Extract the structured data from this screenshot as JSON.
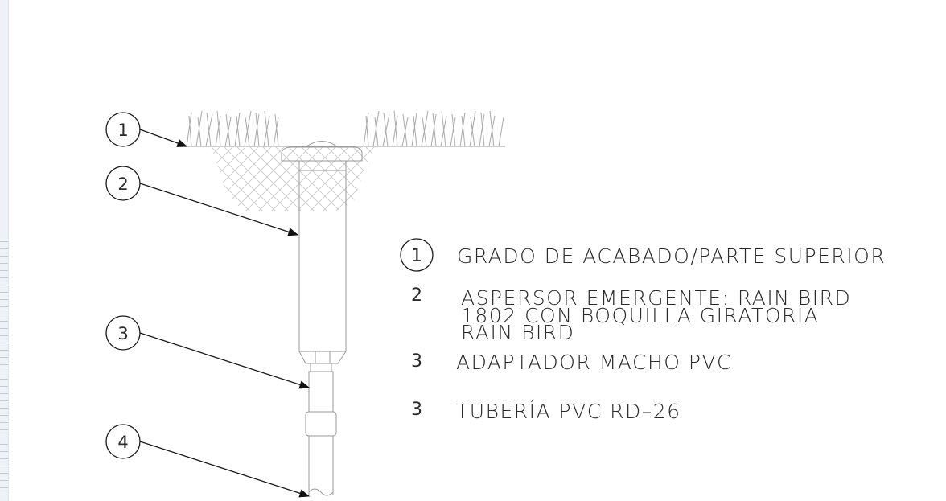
{
  "callouts": [
    {
      "num": "1"
    },
    {
      "num": "2"
    },
    {
      "num": "3"
    },
    {
      "num": "4"
    }
  ],
  "legend": [
    {
      "num": "1",
      "circled": true,
      "lines": [
        "GRADO DE ACABADO/PARTE SUPERIOR"
      ]
    },
    {
      "num": "2",
      "circled": false,
      "lines": [
        "ASPERSOR EMERGENTE: RAIN BIRD",
        "1802 CON BOQUILLA GIRATORIA",
        "RAIN BIRD"
      ]
    },
    {
      "num": "3",
      "circled": false,
      "lines": [
        "ADAPTADOR MACHO PVC"
      ]
    },
    {
      "num": "3",
      "circled": false,
      "lines": [
        "TUBERÍA PVC RD–26"
      ]
    }
  ]
}
